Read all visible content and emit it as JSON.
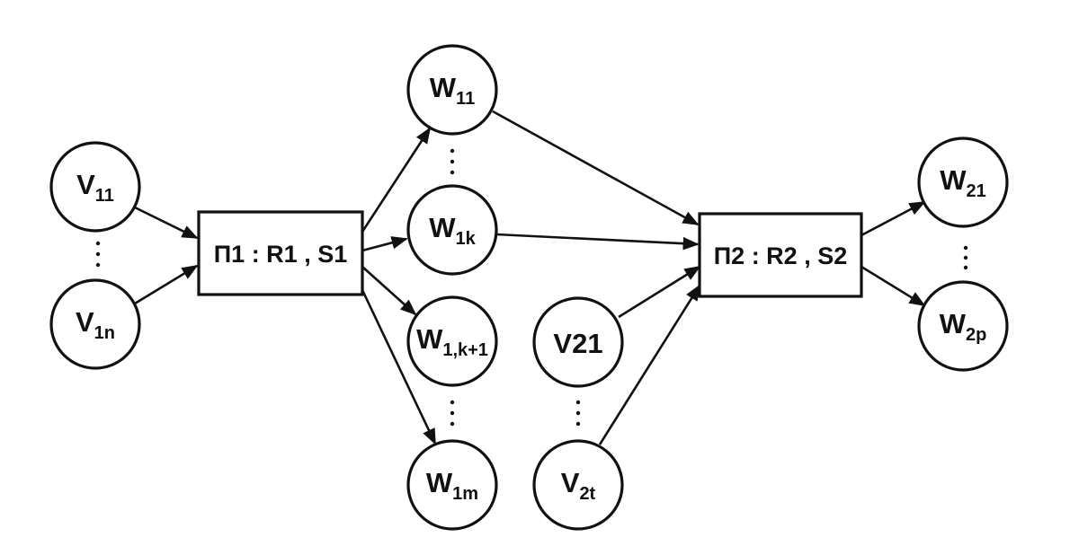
{
  "diagram": {
    "boxes": {
      "p1": "П1 : R1 , S1",
      "p2": "П2 : R2 , S2"
    },
    "nodes": {
      "v11": {
        "main": "V",
        "sub": "11"
      },
      "v1n": {
        "main": "V",
        "sub": "1n"
      },
      "w11": {
        "main": "W",
        "sub": "11"
      },
      "w1k": {
        "main": "W",
        "sub": "1k"
      },
      "w1k1": {
        "main": "W",
        "sub": "1,k+1"
      },
      "w1m": {
        "main": "W",
        "sub": "1m"
      },
      "v21": {
        "main": "V21",
        "sub": ""
      },
      "v2t": {
        "main": "V",
        "sub": "2t"
      },
      "w21": {
        "main": "W",
        "sub": "21"
      },
      "w2p": {
        "main": "W",
        "sub": "2p"
      }
    },
    "colors": {
      "ink": "#111111",
      "background": "#ffffff"
    }
  }
}
